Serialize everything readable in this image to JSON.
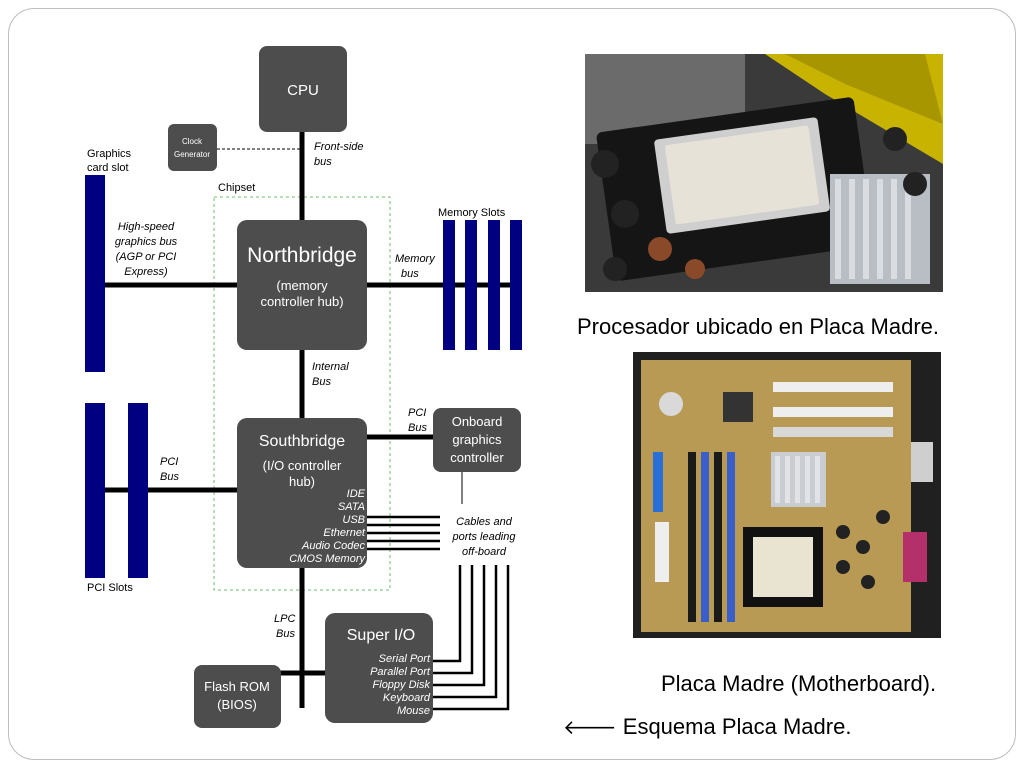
{
  "diagram": {
    "cpu": "CPU",
    "clock_generator": [
      "Clock",
      "Generator"
    ],
    "front_side_bus": [
      "Front-side",
      "bus"
    ],
    "chipset": "Chipset",
    "graphics_card_slot": [
      "Graphics",
      "card slot"
    ],
    "high_speed_bus": [
      "High-speed",
      "graphics bus",
      "(AGP or PCI",
      "Express)"
    ],
    "northbridge": "Northbridge",
    "northbridge_sub": [
      "(memory",
      "controller hub)"
    ],
    "memory_slots": "Memory Slots",
    "memory_bus": [
      "Memory",
      "bus"
    ],
    "internal_bus": [
      "Internal",
      "Bus"
    ],
    "southbridge": "Southbridge",
    "southbridge_sub": [
      "(I/O controller",
      "hub)"
    ],
    "southbridge_ports": [
      "IDE",
      "SATA",
      "USB",
      "Ethernet",
      "Audio Codec",
      "CMOS Memory"
    ],
    "pci_bus_left": [
      "PCI",
      "Bus"
    ],
    "pci_slots": "PCI Slots",
    "pci_bus_right": [
      "PCI",
      "Bus"
    ],
    "onboard_graphics": [
      "Onboard",
      "graphics",
      "controller"
    ],
    "cables_label": [
      "Cables and",
      "ports leading",
      "off-board"
    ],
    "lpc_bus": [
      "LPC",
      "Bus"
    ],
    "super_io": "Super I/O",
    "super_io_ports": [
      "Serial Port",
      "Parallel Port",
      "Floppy Disk",
      "Keyboard",
      "Mouse"
    ],
    "flash_rom": [
      "Flash ROM",
      "(BIOS)"
    ]
  },
  "captions": {
    "processor": "Procesador ubicado en Placa Madre.",
    "motherboard": "Placa Madre (Motherboard).",
    "schema_arrow": "🡐",
    "schema": "Esquema Placa Madre."
  }
}
